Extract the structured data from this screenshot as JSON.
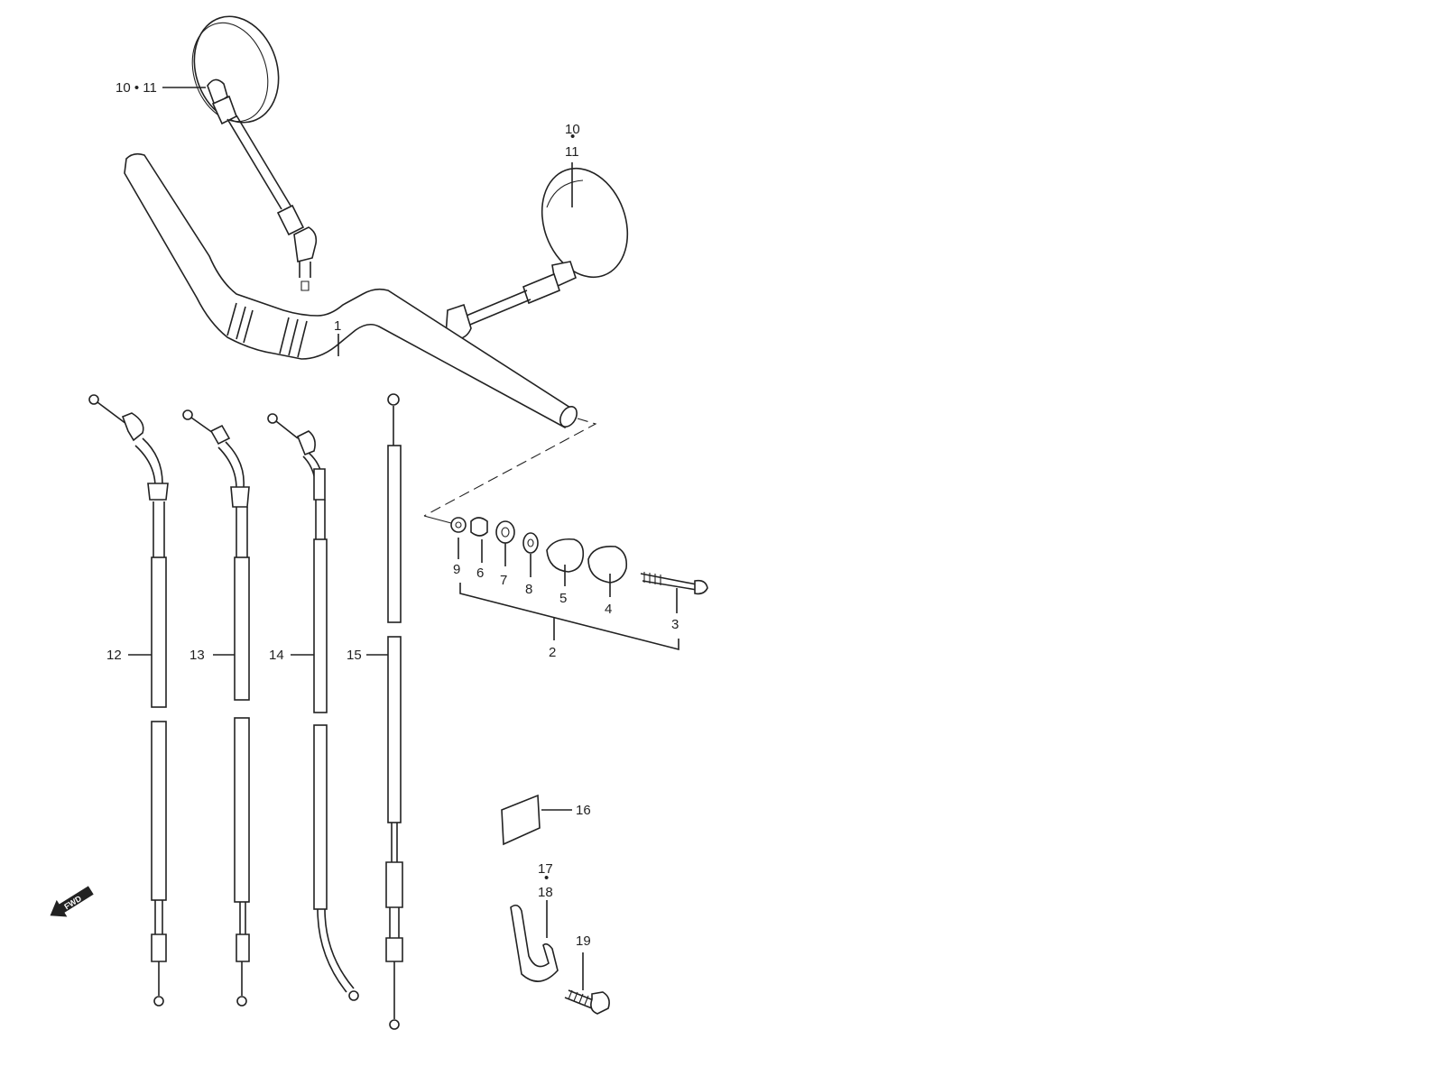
{
  "labels": {
    "l1": "1",
    "l2": "2",
    "l3": "3",
    "l4": "4",
    "l5": "5",
    "l6": "6",
    "l7": "7",
    "l8": "8",
    "l9": "9",
    "l10_11_left": "10 • 11",
    "l10_top": "10",
    "l11_bottom": "11",
    "l12": "12",
    "l13": "13",
    "l14": "14",
    "l15": "15",
    "l16": "16",
    "l17": "17",
    "l18": "18",
    "l19": "19",
    "fwd": "FWD"
  },
  "colors": {
    "ink": "#222222",
    "background": "#ffffff"
  }
}
